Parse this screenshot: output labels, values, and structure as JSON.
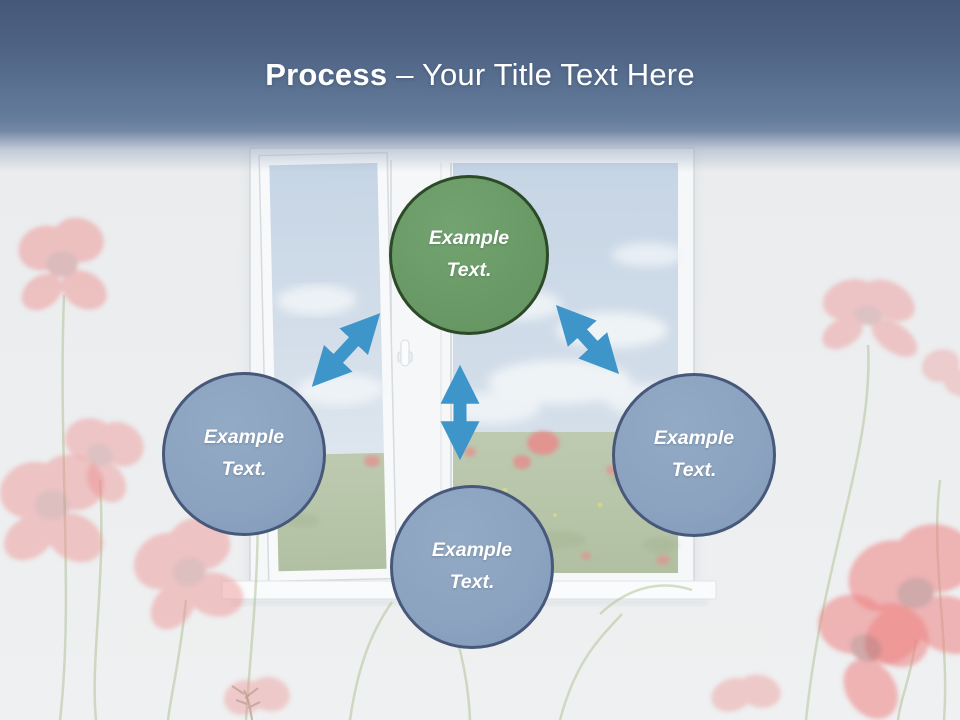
{
  "header": {
    "title_bold": "Process",
    "title_rest": "– Your Title Text Here",
    "text_color": "#FFFFFF",
    "background_top_color": "#46587A",
    "background_mid_color": "#5B7292"
  },
  "diagram": {
    "nodes": [
      {
        "id": "top",
        "label": "Example Text.",
        "fill": "#699A66",
        "border": "#2D4A28",
        "text_color": "#FFFFFF"
      },
      {
        "id": "left",
        "label": "Example Text.",
        "fill": "#8BA3C0",
        "border": "#47587A",
        "text_color": "#FFFFFF"
      },
      {
        "id": "bottom",
        "label": "Example Text.",
        "fill": "#8BA3C0",
        "border": "#47587A",
        "text_color": "#FFFFFF"
      },
      {
        "id": "right",
        "label": "Example Text.",
        "fill": "#8BA3C0",
        "border": "#47587A",
        "text_color": "#FFFFFF"
      }
    ],
    "arrows": [
      {
        "id": "top-to-left",
        "type": "double-headed",
        "direction": "diagonal"
      },
      {
        "id": "top-to-bottom",
        "type": "double-headed",
        "direction": "vertical"
      },
      {
        "id": "top-to-right",
        "type": "double-headed",
        "direction": "diagonal"
      }
    ],
    "arrow_color": "#3E95C9"
  },
  "background": {
    "scene": "faded photo: open white window with sky, clouds and poppy field outside; red poppies with green stems inside the room",
    "wall_color": "#EBEDEF",
    "sky_color": "#C6D5E5",
    "field_color": "#B9C7AD",
    "poppy_color": "#EE8E8E",
    "frame_color": "#F5F7F8"
  }
}
